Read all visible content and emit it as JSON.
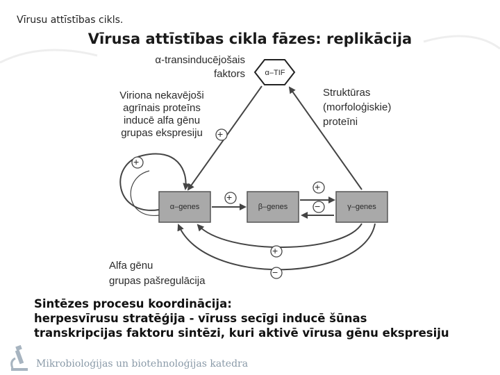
{
  "slide": {
    "header": "Vīrusu attīstības cikls.",
    "title": "Vīrusa attīstības cikla fāzes: replikācija",
    "caption": [
      "Sintēzes procesu koordinācija:",
      "herpesvīrusu stratēģija - vīruss secīgi inducē šūnas",
      "transkripcijas faktoru sintēzi, kuri aktivē vīrusa gēnu ekspresiju"
    ],
    "footer": "Mikrobioloģijas un biotehnoloģijas katedra",
    "footer_icon": "microscope-icon"
  },
  "diagram": {
    "tif_label_line1": "α-transinducējošais",
    "tif_label_line2": "faktors",
    "tif_node": "α–TIF",
    "virion_text": [
      "Viriona nekavējoši",
      "agrīnais proteīns",
      "inducē alfa gēnu",
      "grupas ekspresiju"
    ],
    "structural_text": [
      "Struktūras",
      "(morfoloģiskie)",
      "proteīni"
    ],
    "autoreg_text": [
      "Alfa gēnu",
      "grupas pašregulācija"
    ],
    "genes": {
      "alpha": "α–genes",
      "beta": "β–genes",
      "gamma": "γ–genes"
    },
    "signs": {
      "plus": "+",
      "minus": "−"
    }
  },
  "colors": {
    "gene_box": "#a9a9a9",
    "arrow": "#444444",
    "title_text": "#1a1a1a",
    "footer_text": "#8a9aa8"
  }
}
